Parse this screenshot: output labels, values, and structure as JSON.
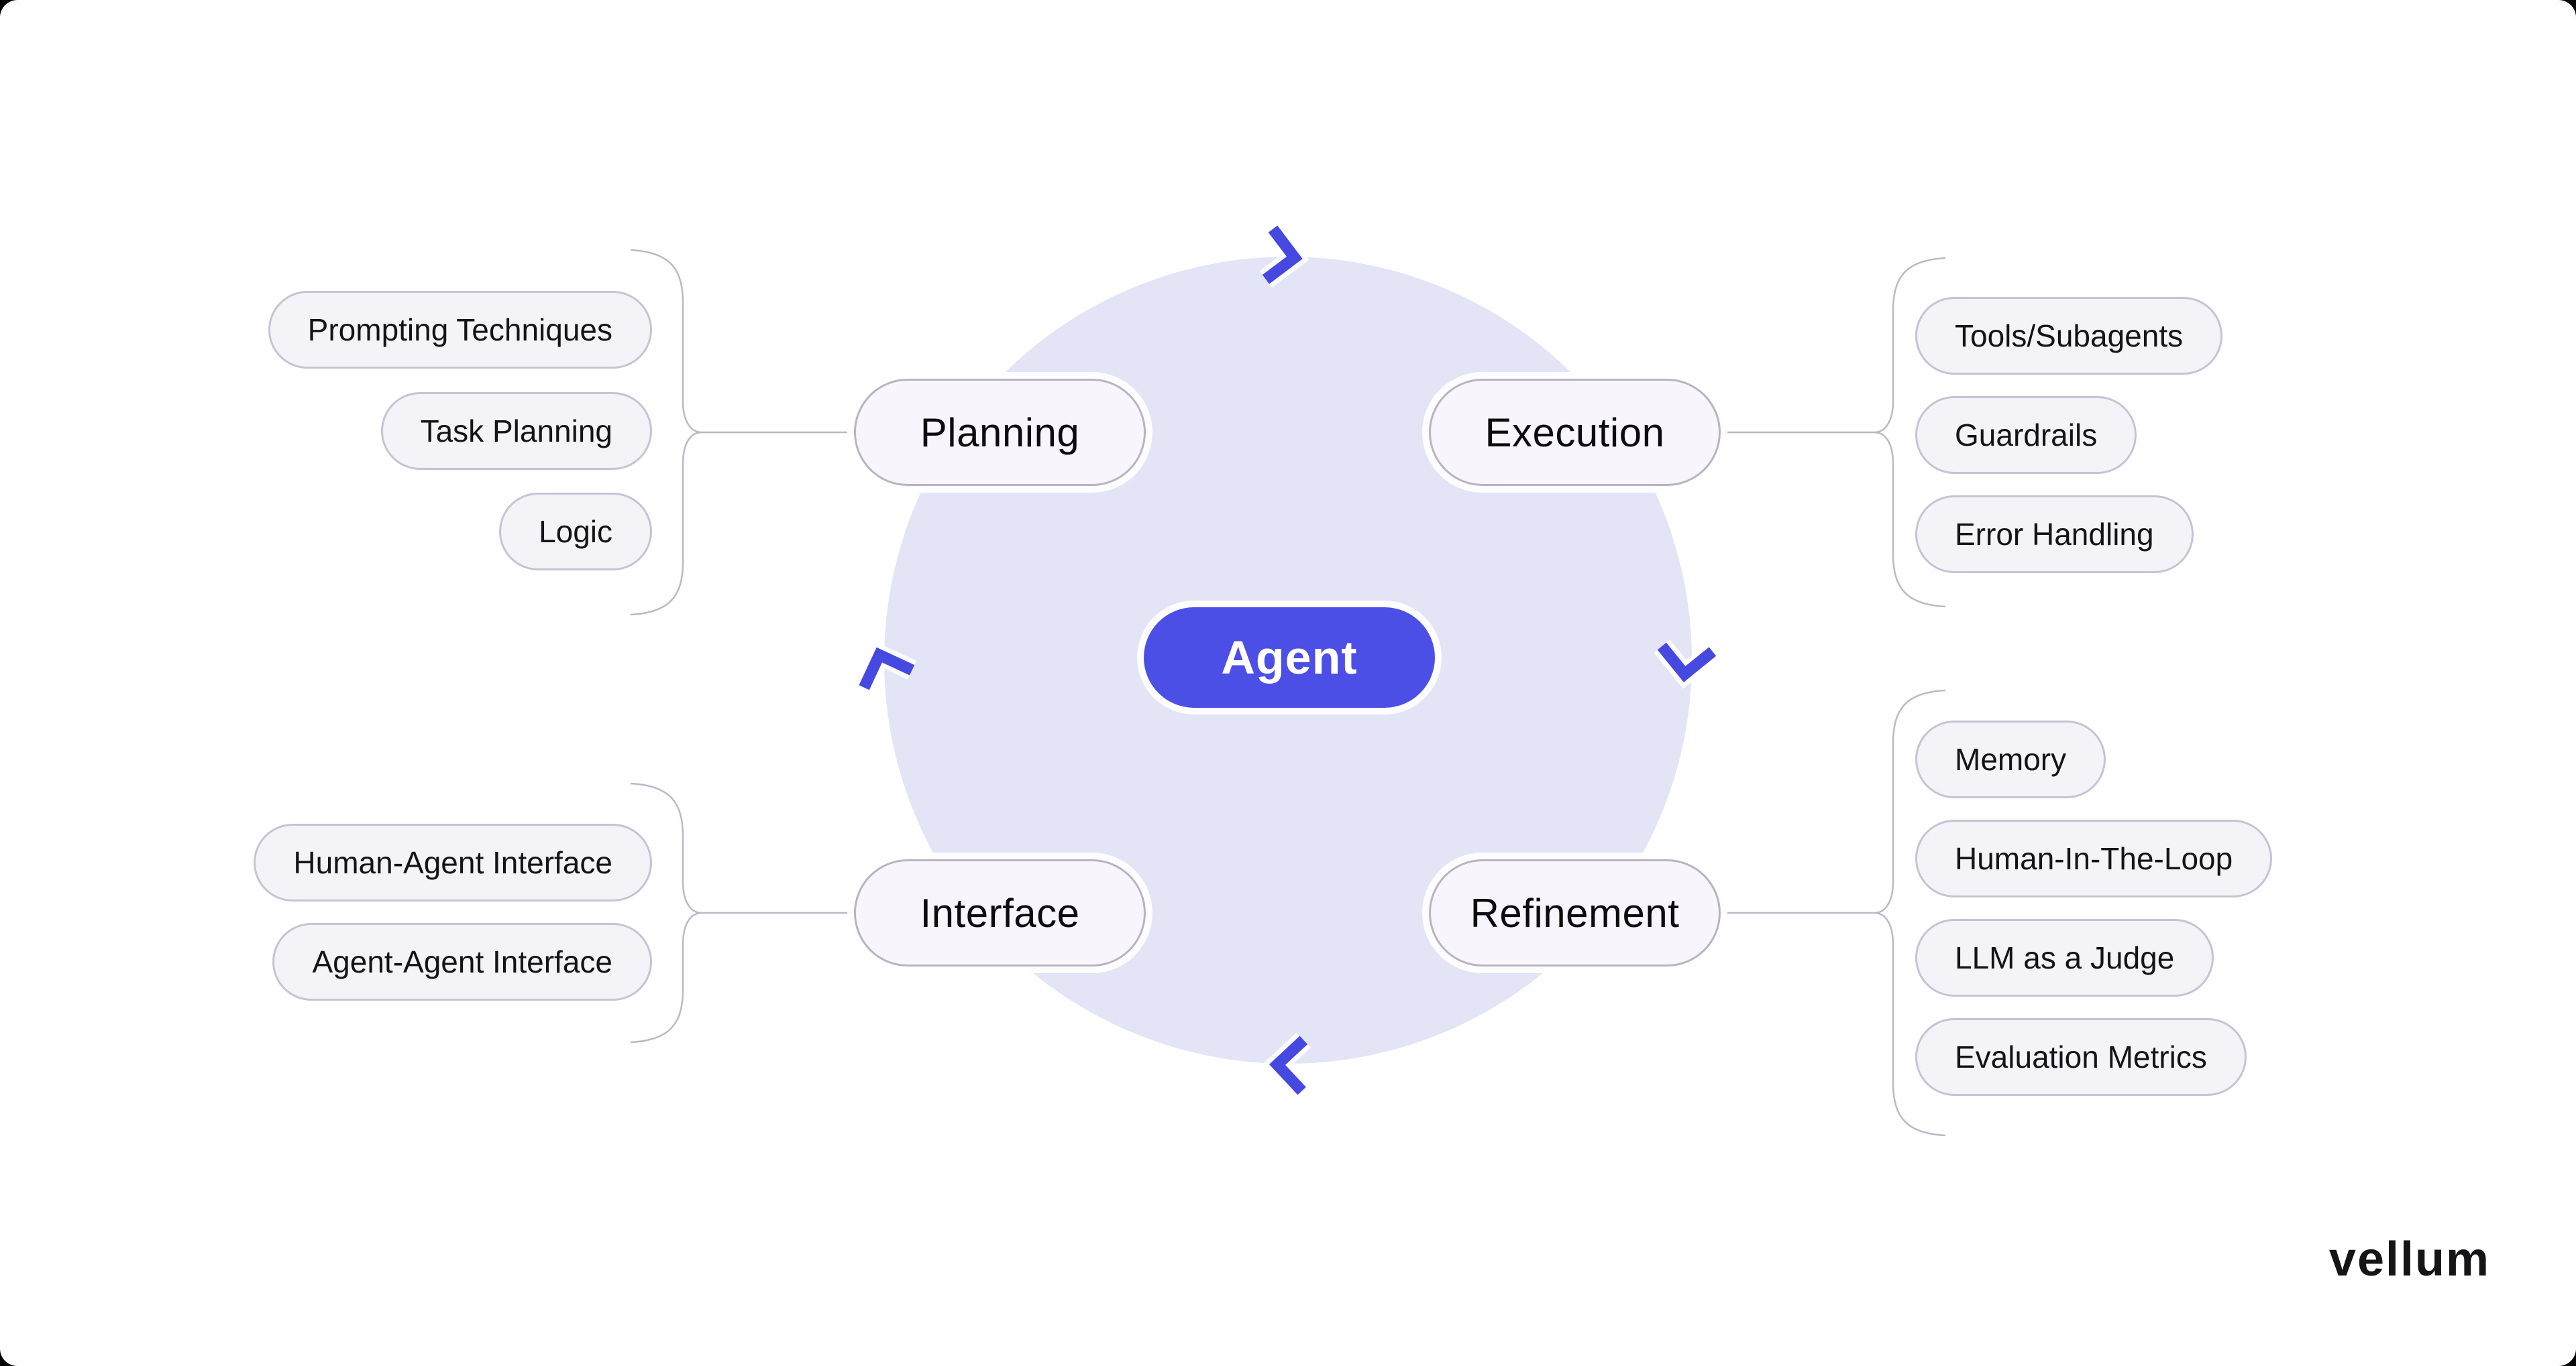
{
  "diagram": {
    "center": {
      "label": "Agent"
    },
    "nodes": [
      {
        "id": "planning",
        "label": "Planning",
        "children": [
          "Prompting Techniques",
          "Task Planning",
          "Logic"
        ]
      },
      {
        "id": "execution",
        "label": "Execution",
        "children": [
          "Tools/Subagents",
          "Guardrails",
          "Error Handling"
        ]
      },
      {
        "id": "interface",
        "label": "Interface",
        "children": [
          "Human-Agent Interface",
          "Agent-Agent Interface"
        ]
      },
      {
        "id": "refinement",
        "label": "Refinement",
        "children": [
          "Memory",
          "Human-In-The-Loop",
          "LLM as a Judge",
          "Evaluation Metrics"
        ]
      }
    ],
    "cycle_icons": [
      "chevron-right-icon",
      "chevron-down-icon",
      "chevron-left-icon",
      "chevron-up-icon"
    ],
    "colors": {
      "accent": "#4c4fe6",
      "chevron": "#4649e0",
      "circle_fill": "#e3e5f6",
      "node_fill": "#f8f6fc",
      "node_border": "#b9b3c2",
      "sub_fill": "#f4f3f7",
      "sub_border": "#c8c3d3",
      "connector": "#bdb7c7",
      "text": "#0c0c10",
      "background": "#ffffff"
    }
  },
  "brand": {
    "wordmark": "vellum"
  }
}
